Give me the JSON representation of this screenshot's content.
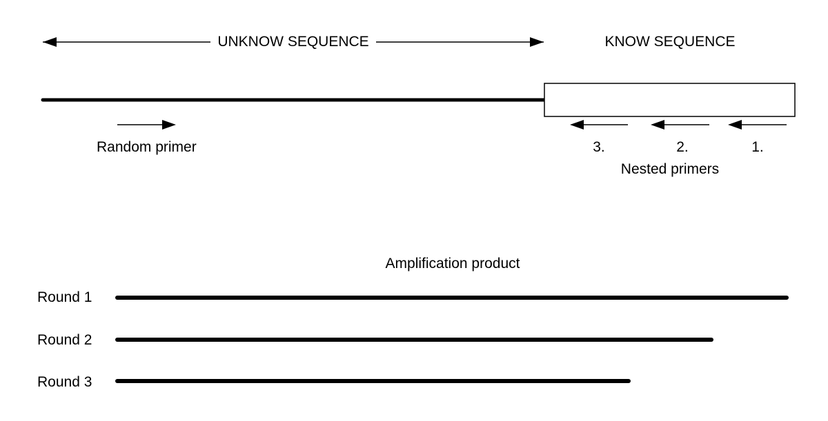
{
  "top": {
    "unknown_sequence": "UNKNOW SEQUENCE",
    "known_sequence": "KNOW SEQUENCE",
    "random_primer": "Random primer",
    "nested_primers": "Nested primers",
    "primer_numbers": [
      "3.",
      "2.",
      "1."
    ]
  },
  "bottom": {
    "title": "Amplification product",
    "rounds": [
      {
        "label": "Round 1"
      },
      {
        "label": "Round 2"
      },
      {
        "label": "Round 3"
      }
    ]
  }
}
